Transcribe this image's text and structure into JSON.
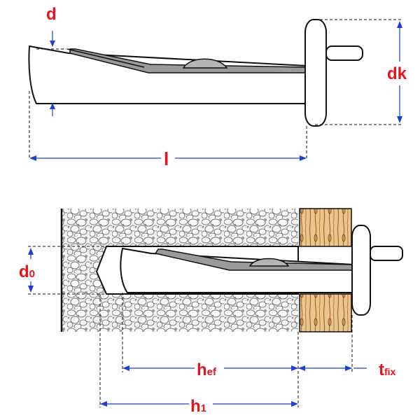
{
  "labels": {
    "d": "d",
    "dk": "dk",
    "l": "l",
    "d0_main": "d",
    "d0_sub": "0",
    "hef_main": "h",
    "hef_sub": "ef",
    "tfix_main": "t",
    "tfix_sub": "fix",
    "h1_main": "h",
    "h1_sub": "1"
  },
  "colors": {
    "label": "#e8141b",
    "dimension_line": "#1f3fd0",
    "outline": "#111111",
    "wood": "#e9c58f",
    "wood_grain": "#a8692a",
    "concrete_bg": "#eeeeee",
    "sleeve_fill": "#ffffff",
    "wedge_fill": "#9a9a9a"
  },
  "icons": {
    "anchor_top": "wedge-anchor-icon",
    "anchor_installed": "installed-wedge-anchor-icon",
    "wood_fixture": "wood-fixture-icon",
    "concrete": "concrete-base-icon"
  }
}
